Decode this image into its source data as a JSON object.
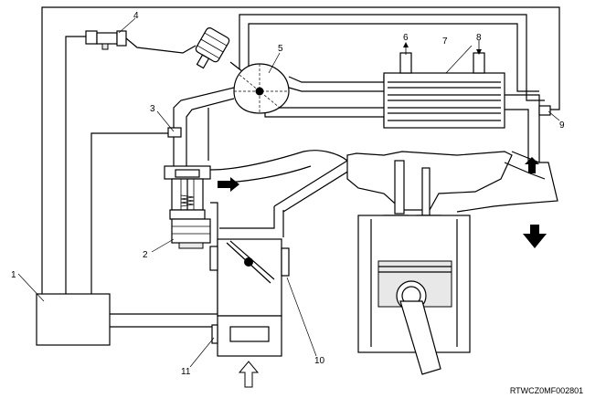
{
  "diagram_code": "RTWCZ0MF002801",
  "callouts": [
    {
      "id": "1",
      "text": "1"
    },
    {
      "id": "2",
      "text": "2"
    },
    {
      "id": "3",
      "text": "3"
    },
    {
      "id": "4",
      "text": "4"
    },
    {
      "id": "5",
      "text": "5"
    },
    {
      "id": "6",
      "text": "6"
    },
    {
      "id": "7",
      "text": "7"
    },
    {
      "id": "8",
      "text": "8"
    },
    {
      "id": "9",
      "text": "9"
    },
    {
      "id": "10",
      "text": "10"
    },
    {
      "id": "11",
      "text": "11"
    }
  ],
  "flow_arrows": [
    {
      "id": "egr-flow",
      "direction": "right",
      "style": "solid"
    },
    {
      "id": "exhaust-up",
      "direction": "up",
      "style": "solid"
    },
    {
      "id": "exhaust-out",
      "direction": "down",
      "style": "solid"
    },
    {
      "id": "intake-air",
      "direction": "up",
      "style": "hollow"
    },
    {
      "id": "coolant-out",
      "direction": "up",
      "style": "thin"
    },
    {
      "id": "coolant-in",
      "direction": "down",
      "style": "thin"
    }
  ]
}
